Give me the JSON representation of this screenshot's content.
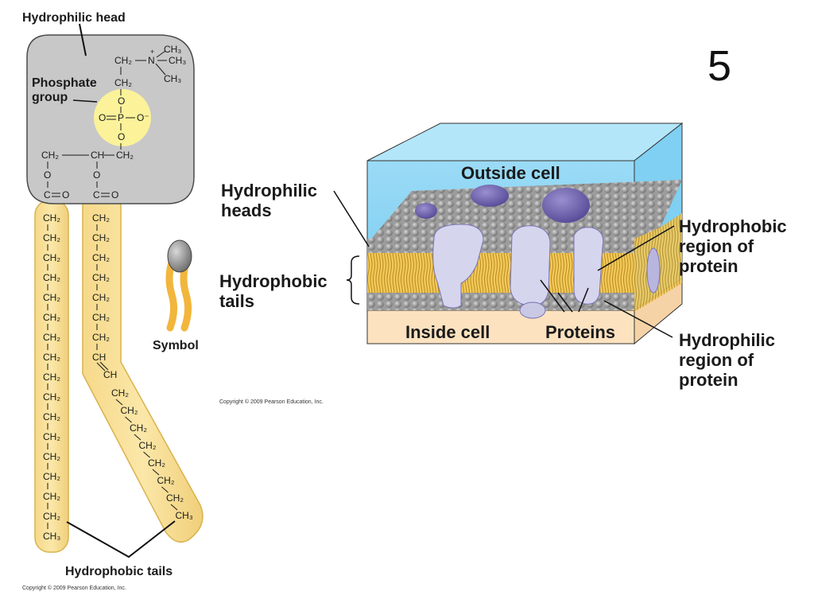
{
  "slide_number": "5",
  "phospholipid": {
    "head_label": "Hydrophilic head",
    "phosphate_label": "Phosphate group",
    "symbol_label": "Symbol",
    "tails_label": "Hydrophobic tails",
    "copyright": "Copyright © 2009 Pearson Education, Inc.",
    "chem": {
      "choline": [
        "CH₂",
        "N",
        "+",
        "CH₃",
        "CH₃",
        "CH₃",
        "CH₂"
      ],
      "phosphate": [
        "O",
        "O",
        "P",
        "O⁻",
        "O"
      ],
      "glycerol": [
        "CH₂",
        "CH",
        "CH₂",
        "O",
        "O",
        "C",
        "O",
        "C",
        "O"
      ],
      "chain_unit": "CH₂",
      "chain_end": "CH₃",
      "double_bond": [
        "CH",
        "CH"
      ]
    }
  },
  "membrane": {
    "outside_label": "Outside cell",
    "inside_label": "Inside cell",
    "heads_label": "Hydrophilic heads",
    "tails_label": "Hydrophobic tails",
    "proteins_label": "Proteins",
    "hydrophobic_region_label": "Hydrophobic region of protein",
    "hydrophilic_region_label": "Hydrophilic region of protein",
    "copyright": "Copyright © 2009 Pearson Education, Inc."
  }
}
